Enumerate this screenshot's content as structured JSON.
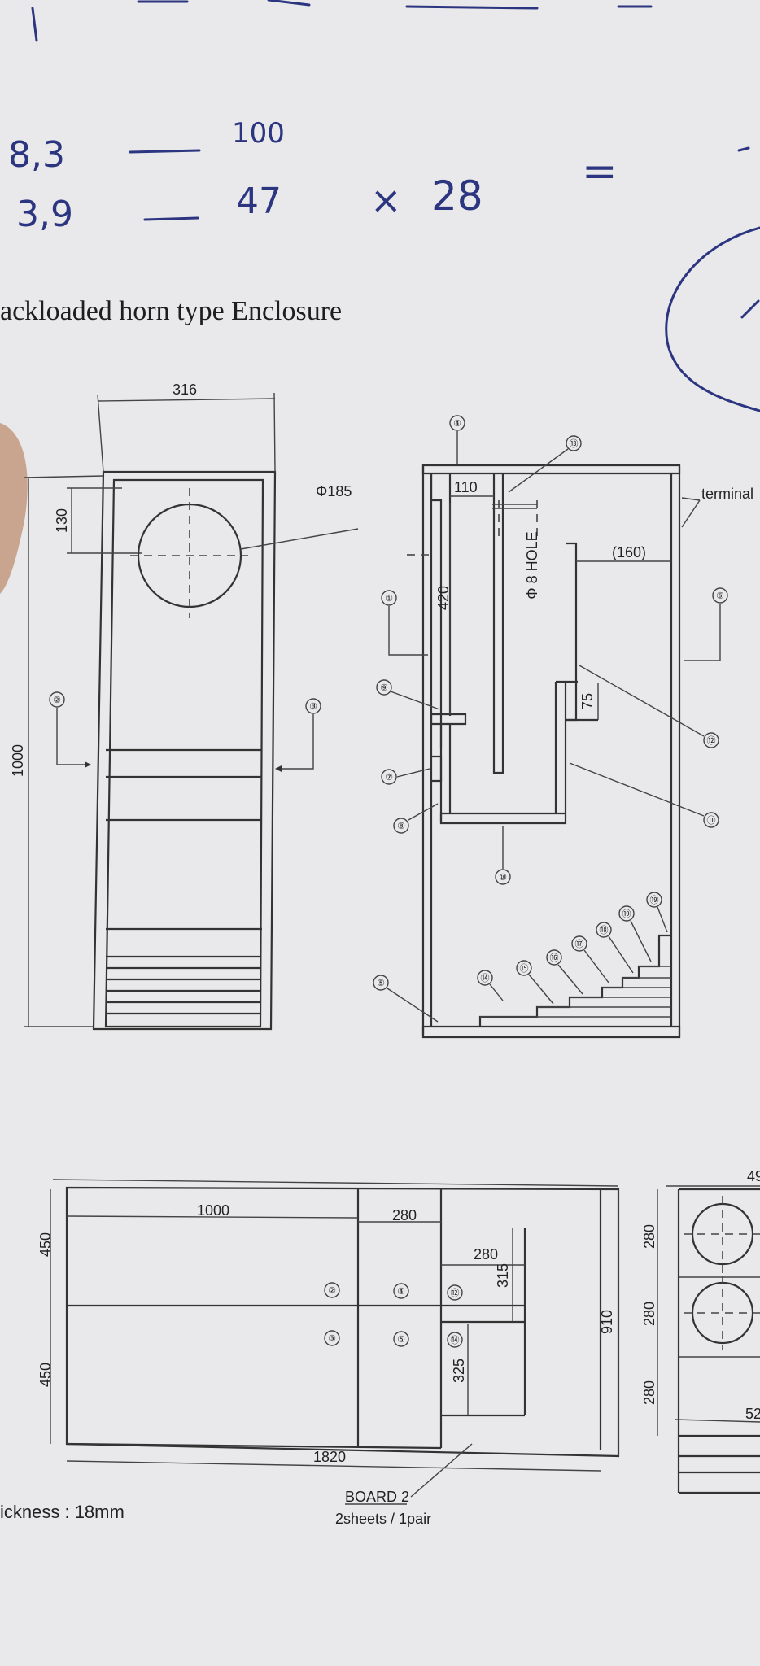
{
  "handwriting": {
    "line1_left": "8,3",
    "line1_right": "100",
    "line2_left": "3,9",
    "line2_mid": "47",
    "line2_right": "28",
    "equals": "="
  },
  "title": "ackloaded horn type Enclosure",
  "front_view": {
    "width_dim": "316",
    "height_dim": "1000",
    "offset_dim": "130",
    "hole_dia": "Φ185",
    "callouts": [
      "②",
      "③"
    ]
  },
  "side_view": {
    "dim_110": "110",
    "dim_420": "420",
    "dim_160": "(160)",
    "dim_75": "75",
    "hole_label": "Φ 8 HOLE",
    "terminal_label": "terminal",
    "callouts": {
      "c1": "①",
      "c4": "④",
      "c5": "⑤",
      "c6": "⑥",
      "c7": "⑦",
      "c8": "⑧",
      "c9": "⑨",
      "c10": "⑩",
      "c11": "⑪",
      "c12": "⑫",
      "c13": "⑬",
      "c14": "⑭",
      "c15": "⑮",
      "c16": "⑯",
      "c17": "⑰",
      "c18": "⑱",
      "c19": "⑲"
    }
  },
  "board_layout": {
    "dim_1000": "1000",
    "dim_280_a": "280",
    "dim_280_b": "280",
    "dim_450_a": "450",
    "dim_450_b": "450",
    "dim_315": "315",
    "dim_325": "325",
    "dim_910": "910",
    "dim_1820": "1820",
    "labels": [
      "②",
      "④",
      "⑫",
      "③",
      "⑤",
      "⑭"
    ],
    "board_name": "BOARD 2",
    "board_qty": "2sheets / 1pair",
    "thickness": "ickness : 18mm"
  },
  "right_board": {
    "dim_top": "49",
    "dim_280_1": "280",
    "dim_280_2": "280",
    "dim_280_3": "280",
    "dim_bottom": "52"
  }
}
